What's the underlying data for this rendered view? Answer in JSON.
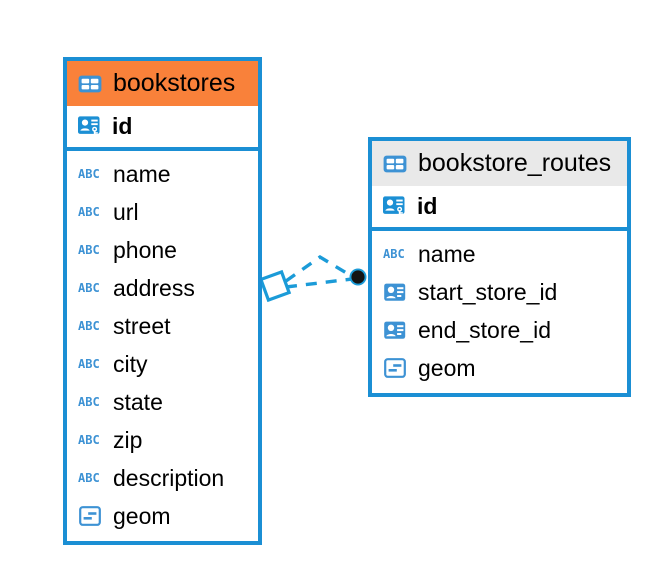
{
  "diagram": {
    "type": "entity-relationship-diagram",
    "colors": {
      "border": "#1b8fd4",
      "header_accent": "#f9813a",
      "header_neutral": "#e9e9e9",
      "icon_blue": "#3d92d4",
      "connector": "#1b9bd8",
      "endpoint": "#111111",
      "background": "#ffffff"
    },
    "entities": [
      {
        "name": "bookstores",
        "header_icon": "table-icon",
        "header_style": "accent",
        "primary_key": {
          "label": "id",
          "icon": "primary-key-icon"
        },
        "fields": [
          {
            "label": "name",
            "icon": "text-abc-icon",
            "icon_text": "ABC"
          },
          {
            "label": "url",
            "icon": "text-abc-icon",
            "icon_text": "ABC"
          },
          {
            "label": "phone",
            "icon": "text-abc-icon",
            "icon_text": "ABC"
          },
          {
            "label": "address",
            "icon": "text-abc-icon",
            "icon_text": "ABC"
          },
          {
            "label": "street",
            "icon": "text-abc-icon",
            "icon_text": "ABC"
          },
          {
            "label": "city",
            "icon": "text-abc-icon",
            "icon_text": "ABC"
          },
          {
            "label": "state",
            "icon": "text-abc-icon",
            "icon_text": "ABC"
          },
          {
            "label": "zip",
            "icon": "text-abc-icon",
            "icon_text": "ABC"
          },
          {
            "label": "description",
            "icon": "text-abc-icon",
            "icon_text": "ABC"
          },
          {
            "label": "geom",
            "icon": "geometry-icon",
            "icon_text": ""
          }
        ]
      },
      {
        "name": "bookstore_routes",
        "header_icon": "table-icon",
        "header_style": "neutral",
        "primary_key": {
          "label": "id",
          "icon": "primary-key-icon"
        },
        "fields": [
          {
            "label": "name",
            "icon": "text-abc-icon",
            "icon_text": "ABC"
          },
          {
            "label": "start_store_id",
            "icon": "foreign-key-icon",
            "icon_text": ""
          },
          {
            "label": "end_store_id",
            "icon": "foreign-key-icon",
            "icon_text": ""
          },
          {
            "label": "geom",
            "icon": "geometry-icon",
            "icon_text": ""
          }
        ]
      }
    ],
    "relationship": {
      "style": "dashed",
      "source_marker": "diamond",
      "target_marker": "filled-circle"
    }
  }
}
